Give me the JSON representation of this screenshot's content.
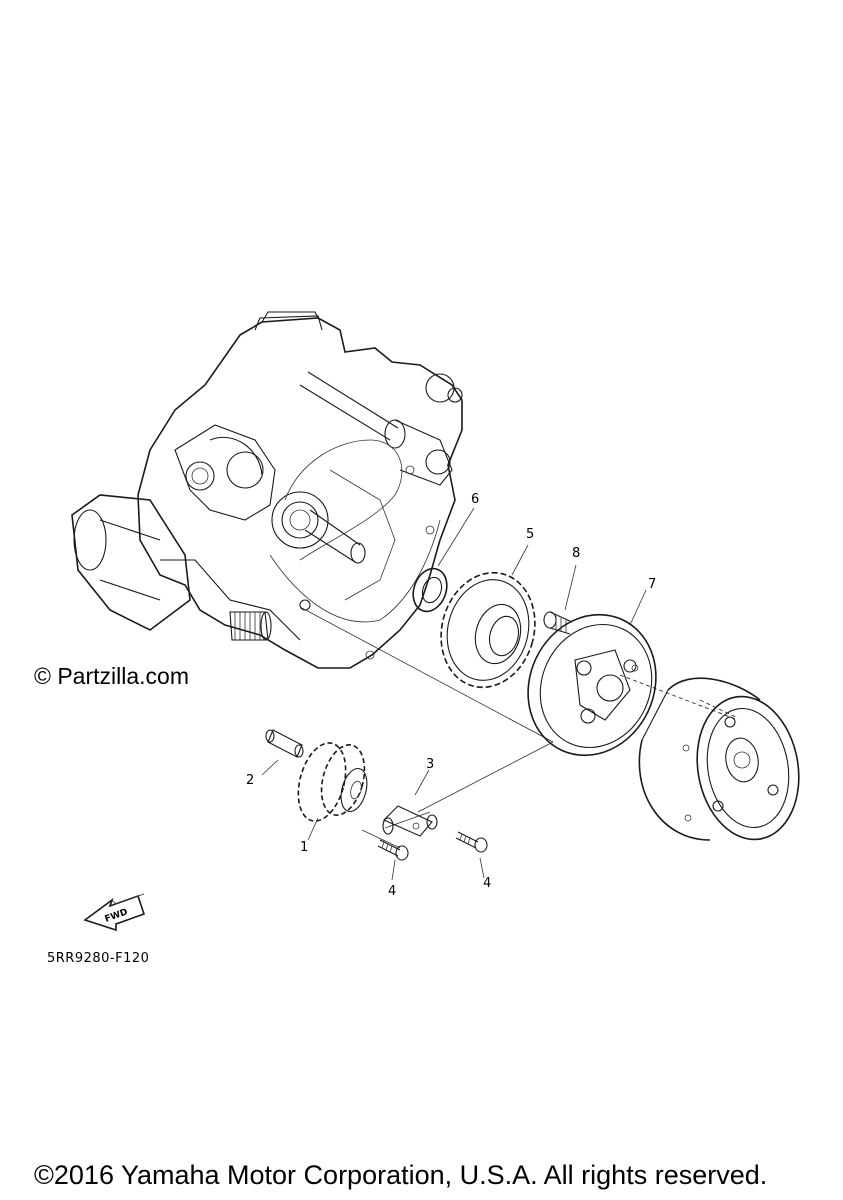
{
  "watermark": "© Partzilla.com",
  "diagram_code": "5RR9280-F120",
  "copyright": "©2016 Yamaha Motor Corporation, U.S.A. All rights reserved.",
  "fwd_label": "FWD",
  "callouts": {
    "c1": "1",
    "c2": "2",
    "c3": "3",
    "c4a": "4",
    "c4b": "4",
    "c5": "5",
    "c6": "6",
    "c7": "7",
    "c8": "8"
  }
}
